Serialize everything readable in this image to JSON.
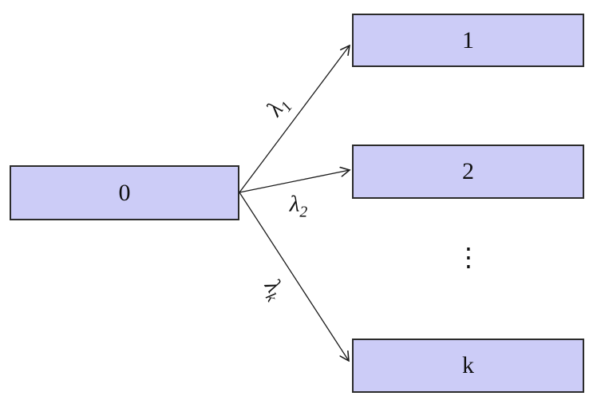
{
  "diagram": {
    "colors": {
      "background": "#ffffff",
      "node_fill": "#ccccf7",
      "node_border": "#2b2b2b",
      "line": "#1a1a1a",
      "text": "#111111"
    },
    "nodes": {
      "source": {
        "label": "0"
      },
      "first": {
        "label": "1"
      },
      "second": {
        "label": "2"
      },
      "kth": {
        "label": "k"
      }
    },
    "edges": {
      "to_first": {
        "label_base": "λ",
        "label_sub": "1"
      },
      "to_second": {
        "label_base": "λ",
        "label_sub": "2"
      },
      "to_kth": {
        "label_base": "λ",
        "label_sub": "k"
      }
    },
    "ellipsis": "⋮"
  }
}
